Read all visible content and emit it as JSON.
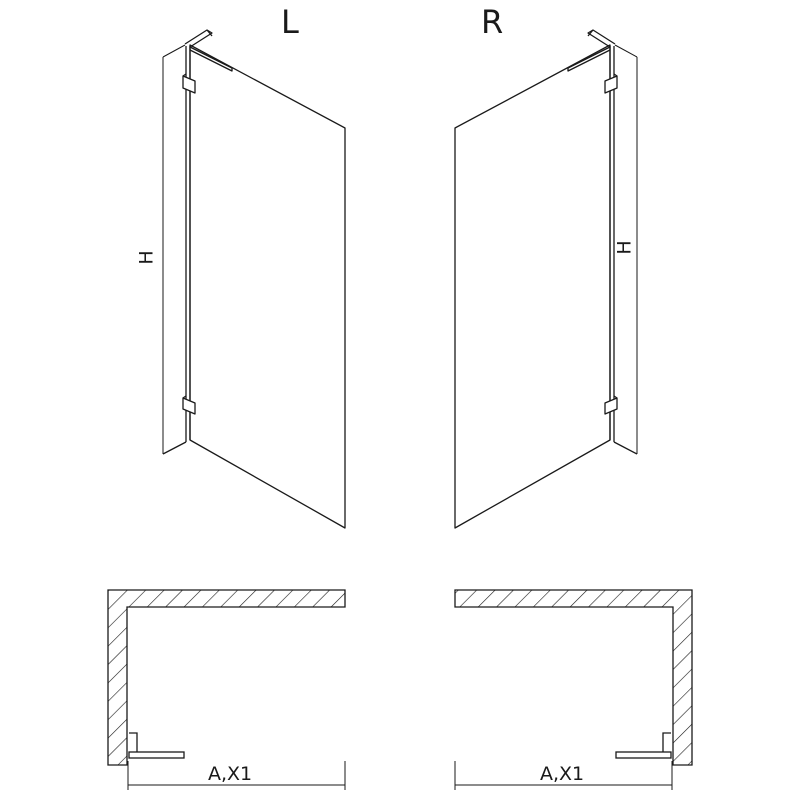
{
  "views": {
    "left": {
      "label": "L",
      "height_dim": "H",
      "width_dim": "A,X1"
    },
    "right": {
      "label": "R",
      "height_dim": "H",
      "width_dim": "A,X1"
    }
  },
  "colors": {
    "line": "#1a1a1a",
    "background": "#ffffff"
  }
}
